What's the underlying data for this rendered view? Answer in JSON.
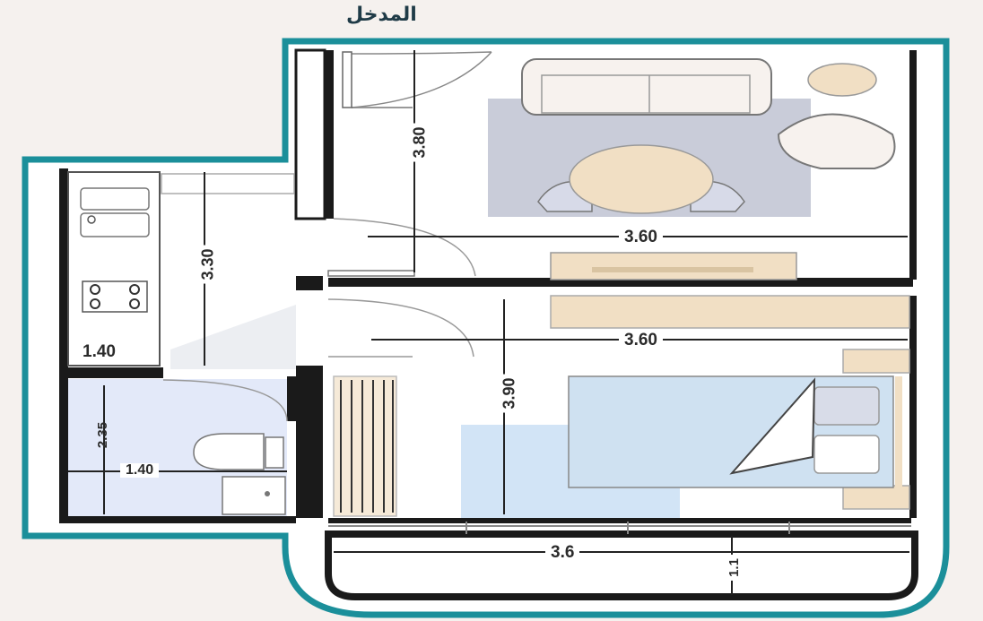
{
  "entrance_label": "المدخل",
  "dimensions": {
    "living_height": "3.80",
    "living_width": "3.60",
    "kitchen_height": "3.30",
    "kitchen_width": "1.40",
    "bedroom_width": "3.60",
    "bedroom_height": "3.90",
    "bath_height": "2.35",
    "bath_width": "1.40",
    "balcony_width": "3.6",
    "balcony_depth": "1.1"
  },
  "colors": {
    "outline": "#1b8f9a",
    "wall": "#1a1a1a",
    "floor": "#ffffff",
    "rug": "#c9ccd9",
    "wood": "#f1dfc4",
    "bed": "#cfe1f1",
    "tile": "#e3e9f9"
  }
}
